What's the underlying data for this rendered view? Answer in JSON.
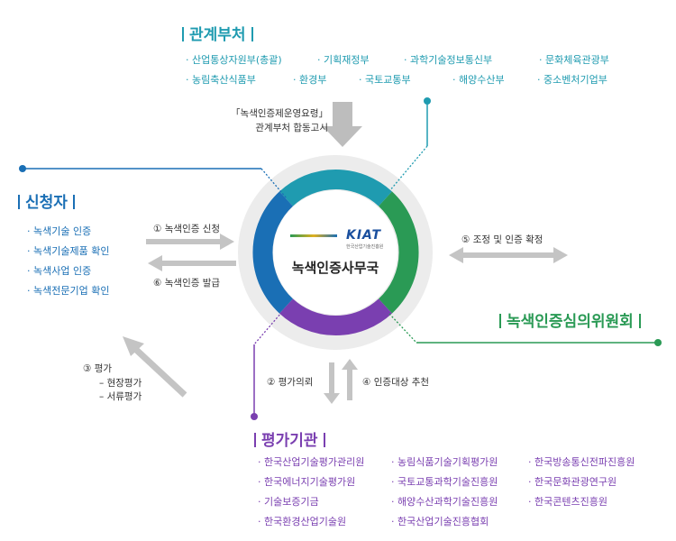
{
  "ministries": {
    "title": "관계부처",
    "items": [
      "산업통상자원부(총괄)",
      "기획재정부",
      "과학기술정보통신부",
      "문화체육관광부",
      "농림축산식품부",
      "환경부",
      "국토교통부",
      "해양수산부",
      "중소벤처기업부"
    ]
  },
  "notice": {
    "line1": "「녹색인증제운영요령」",
    "line2": "관계부처 합동고시"
  },
  "applicant": {
    "title": "신청자",
    "items": [
      "녹색기술 인증",
      "녹색기술제품 확인",
      "녹색사업 인증",
      "녹색전문기업 확인"
    ]
  },
  "center": {
    "title": "녹색인증사무국",
    "logo": "KIAT",
    "logo_sub": "한국산업기술진흥원"
  },
  "steps": {
    "s1": "① 녹색인증 신청",
    "s6": "⑥ 녹색인증 발급",
    "s5": "⑤ 조정 및 인증 확정",
    "s3": "③ 평가",
    "s3a": "– 현장평가",
    "s3b": "– 서류평가",
    "s2": "② 평가의뢰",
    "s4": "④ 인증대상 추천"
  },
  "committee": {
    "title": "녹색인증심의위원회"
  },
  "agencies": {
    "title": "평가기관",
    "col1": [
      "한국산업기술평가관리원",
      "한국에너지기술평가원",
      "기술보증기금",
      "한국환경산업기술원"
    ],
    "col2": [
      "농림식품기술기획평가원",
      "국토교통과학기술진흥원",
      "해양수산과학기술진흥원",
      "한국산업기술진흥협회"
    ],
    "col3": [
      "한국방송통신전파진흥원",
      "한국문화관광연구원",
      "한국콘텐츠진흥원"
    ]
  },
  "colors": {
    "blue": "#1a6fb5",
    "teal": "#1f9bb0",
    "green": "#2a9a55",
    "purple": "#7a3fb0",
    "arrow": "#bfbfbf"
  }
}
